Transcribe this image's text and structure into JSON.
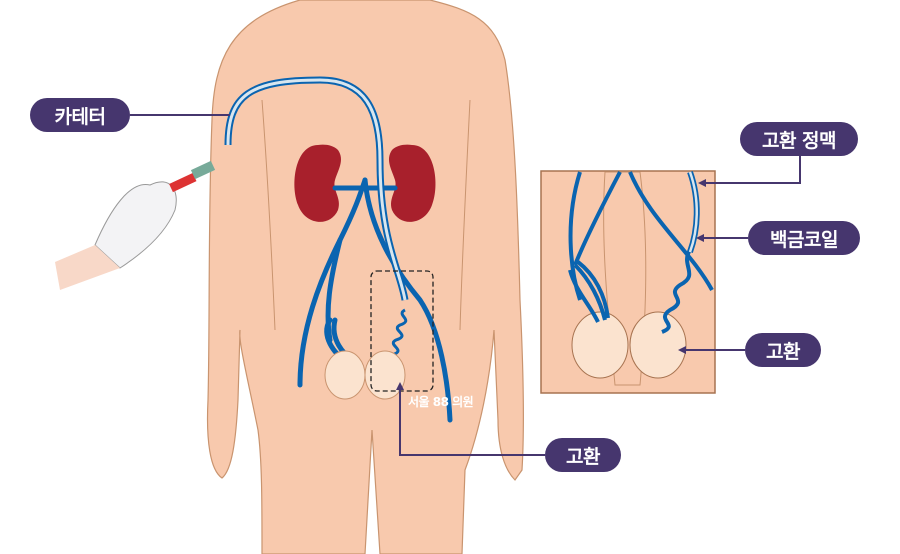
{
  "labels": {
    "catheter": "카테터",
    "testicular_vein": "고환 정맥",
    "platinum_coil": "백금코일",
    "testis_inset": "고환",
    "testis_main": "고환"
  },
  "watermark": "서울 88 의원",
  "colors": {
    "skin": "#f8c9ad",
    "vein": "#0a64b0",
    "kidney": "#a8202c",
    "label_bg": "#46366e",
    "leader": "#46366e"
  }
}
